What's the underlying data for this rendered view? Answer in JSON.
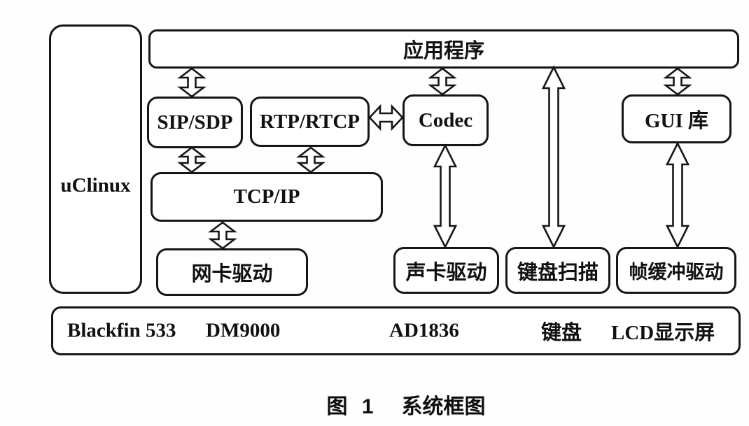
{
  "figure": {
    "caption_label": "图 1",
    "caption_title": "系统框图"
  },
  "colors": {
    "ink": "#161616",
    "background": "#ffffff"
  },
  "diagram": {
    "os_label": "uClinux",
    "nodes": {
      "app": "应用程序",
      "sip_sdp": "SIP/SDP",
      "rtp_rtcp": "RTP/RTCP",
      "codec": "Codec",
      "gui_lib": "GUI 库",
      "tcpip": "TCP/IP",
      "nic_driver": "网卡驱动",
      "sound_driver": "声卡驱动",
      "keyboard_scan": "键盘扫描",
      "framebuffer_driver": "帧缓冲驱动"
    },
    "hardware": {
      "items": [
        "Blackfin 533",
        "DM9000",
        "AD1836",
        "键盘",
        "LCD显示屏"
      ]
    },
    "edges": [
      {
        "from": "应用程序",
        "to": "SIP/SDP",
        "bidirectional": true
      },
      {
        "from": "SIP/SDP",
        "to": "TCP/IP",
        "bidirectional": true
      },
      {
        "from": "RTP/RTCP",
        "to": "TCP/IP",
        "bidirectional": true
      },
      {
        "from": "RTP/RTCP",
        "to": "Codec",
        "bidirectional": true
      },
      {
        "from": "应用程序",
        "to": "Codec",
        "bidirectional": true
      },
      {
        "from": "Codec",
        "to": "声卡驱动",
        "bidirectional": true
      },
      {
        "from": "应用程序",
        "to": "键盘扫描",
        "bidirectional": true
      },
      {
        "from": "应用程序",
        "to": "GUI 库",
        "bidirectional": true
      },
      {
        "from": "GUI 库",
        "to": "帧缓冲驱动",
        "bidirectional": true
      },
      {
        "from": "TCP/IP",
        "to": "网卡驱动",
        "bidirectional": true
      }
    ]
  }
}
